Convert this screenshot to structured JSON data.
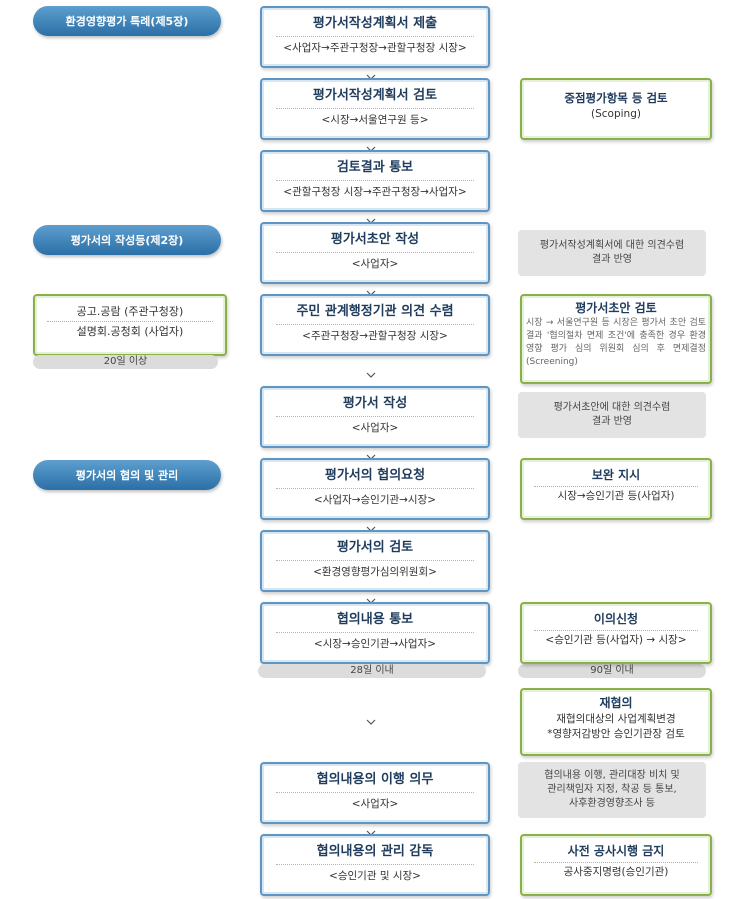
{
  "sections": {
    "s1": "환경영향평가 특례(제5장)",
    "s2": "평가서의 작성등(제2장)",
    "s3": "평가서의 협의 및 관리"
  },
  "center": [
    {
      "title": "평가서작성계획서 제출",
      "sub": "<사업자→주관구청장→관할구청장 시장>"
    },
    {
      "title": "평가서작성계획서 검토",
      "sub": "<시장→서울연구원 등>"
    },
    {
      "title": "검토결과 통보",
      "sub": "<관할구청장 시장→주관구청장→사업자>"
    },
    {
      "title": "평가서초안 작성",
      "sub": "<사업자>"
    },
    {
      "title": "주민 관계행정기관 의견 수렴",
      "sub": "<주관구청장→관할구청장 시장>"
    },
    {
      "title": "평가서 작성",
      "sub": "<사업자>"
    },
    {
      "title": "평가서의 협의요청",
      "sub": "<사업자→승인기관→시장>"
    },
    {
      "title": "평가서의 검토",
      "sub": "<환경영향평가심의위원회>"
    },
    {
      "title": "협의내용 통보",
      "sub": "<시장→승인기관→사업자>"
    },
    {
      "title": "협의내용의 이행 의무",
      "sub": "<사업자>"
    },
    {
      "title": "협의내용의 관리 감독",
      "sub": "<승인기관 및 시장>"
    }
  ],
  "left_box": {
    "line1": "공고.공람 (주관구청장)",
    "line2": "설명회.공청회 (사업자)"
  },
  "time_bars": {
    "left": "20일 이상",
    "center": "28일 이내",
    "right": "90일 이내"
  },
  "green": {
    "scoping": {
      "title": "중점평가항목 등 검토",
      "sub": "(Scoping)"
    },
    "screening": {
      "title": "평가서초안 검토",
      "sub": "시장 → 서울연구원 등 시장은 평가서 초안 검토 결과 '협의절차 면제 조건'에 충족한 경우 환경 영향 평가 심의 위원회 심의 후 면제결정 (Screening)"
    },
    "supplement": {
      "title": "보완 지시",
      "sub": "시장→승인기관 등(사업자)"
    },
    "objection": {
      "title": "이의신청",
      "sub": "<승인기관 등(사업자) → 시장>"
    },
    "reconsult": {
      "title": "재협의",
      "sub1": "재협의대상의 사업계획변경",
      "sub2": "*영향저감방안 승인기관장 검토"
    },
    "prohibit": {
      "title": "사전 공사시행 금지",
      "sub": "공사중지명령(승인기관)"
    }
  },
  "notes": {
    "n1": {
      "l1": "평가서작성계획서에 대한 의견수렴",
      "l2": "결과 반영"
    },
    "n2": {
      "l1": "평가서초안에 대한 의견수렴",
      "l2": "결과 반영"
    },
    "n3": {
      "l1": "협의내용 이행, 관리대장 비치 및",
      "l2": "관리책임자 지정, 착공 등 통보,",
      "l3": "사후환경영향조사 등"
    }
  }
}
